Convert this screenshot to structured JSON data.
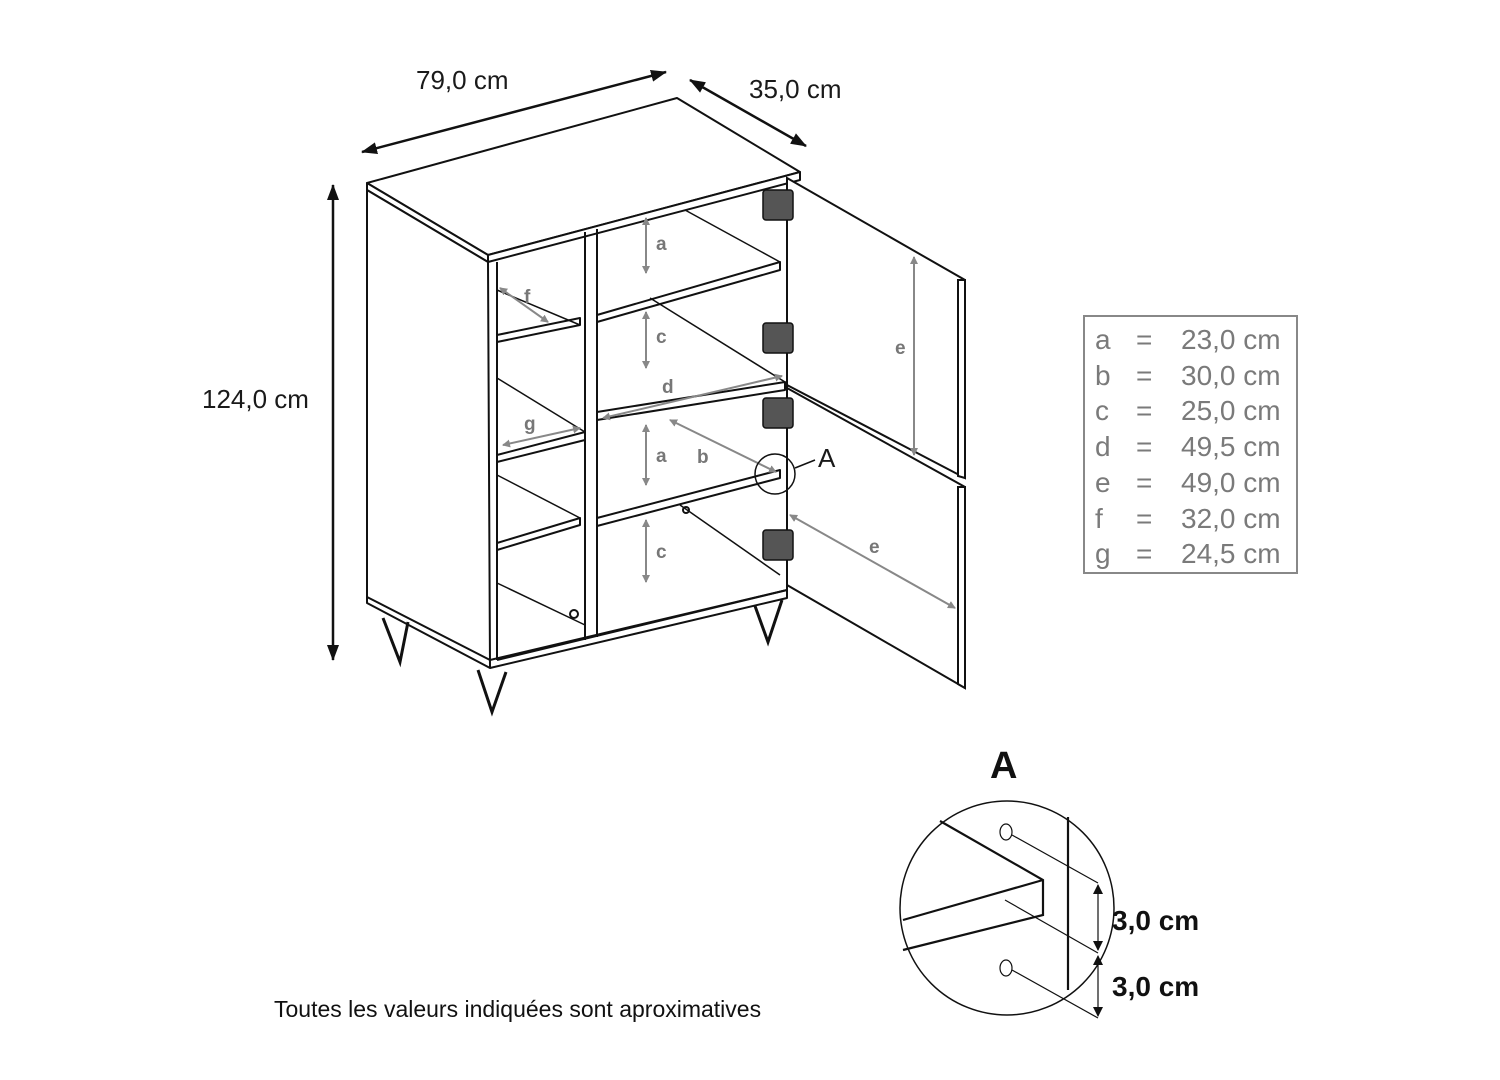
{
  "overall_dimensions": {
    "width": "79,0 cm",
    "depth": "35,0 cm",
    "height": "124,0 cm"
  },
  "inner_labels": [
    "a",
    "b",
    "c",
    "d",
    "e",
    "f",
    "g"
  ],
  "detail_callout": "A",
  "legend": [
    {
      "key": "a",
      "eq": "=",
      "value": "23,0 cm"
    },
    {
      "key": "b",
      "eq": "=",
      "value": "30,0 cm"
    },
    {
      "key": "c",
      "eq": "=",
      "value": "25,0 cm"
    },
    {
      "key": "d",
      "eq": "=",
      "value": "49,5 cm"
    },
    {
      "key": "e",
      "eq": "=",
      "value": "49,0 cm"
    },
    {
      "key": "f",
      "eq": "=",
      "value": "32,0 cm"
    },
    {
      "key": "g",
      "eq": "=",
      "value": "24,5 cm"
    }
  ],
  "detail": {
    "title": "A",
    "spacing_top": "3,0 cm",
    "spacing_bottom": "3,0 cm"
  },
  "footnote": "Toutes les valeurs indiquées sont aproximatives"
}
